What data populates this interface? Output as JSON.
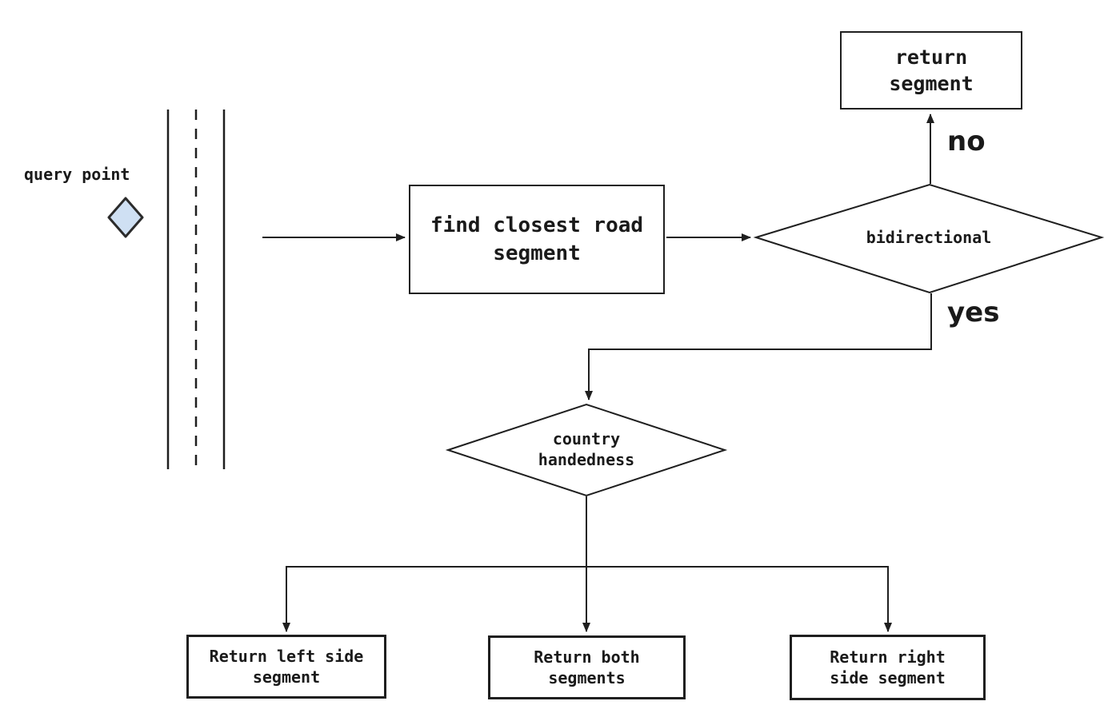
{
  "diagram": {
    "type": "flowchart",
    "colors": {
      "stroke": "#1f1f1f",
      "text": "#1a1a1a",
      "background": "#ffffff",
      "query_diamond_fill": "#cfe0f3",
      "query_diamond_stroke": "#2b2b2b"
    },
    "labels": {
      "query_point": "query point",
      "no": "no",
      "yes": "yes"
    },
    "nodes": {
      "find": {
        "label": "find closest road\nsegment"
      },
      "bidirectional": {
        "label": "bidirectional"
      },
      "return_segment": {
        "label": "return\nsegment"
      },
      "country_handedness": {
        "label": "country\nhandedness"
      },
      "return_left": {
        "label": "Return left side\nsegment"
      },
      "return_both": {
        "label": "Return both\nsegments"
      },
      "return_right": {
        "label": "Return right\nside segment"
      }
    },
    "icons": {
      "query_point_marker": "diamond-icon",
      "road": "road-lanes-icon"
    }
  }
}
